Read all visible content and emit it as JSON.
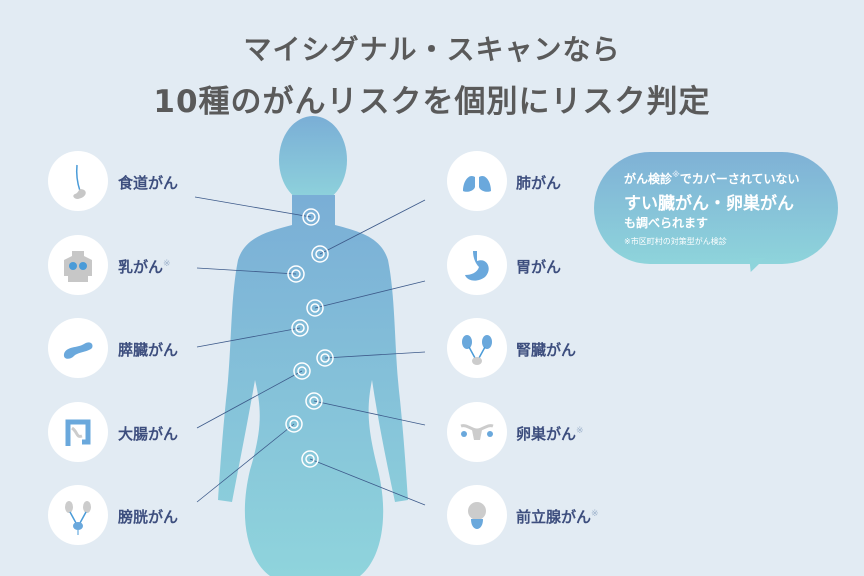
{
  "title": {
    "line1": "マイシグナル・スキャンなら",
    "line2": "10種のがんリスクを個別にリスク判定"
  },
  "left_items": [
    {
      "label": "食道がん",
      "note": "",
      "icon": "esophagus-icon"
    },
    {
      "label": "乳がん",
      "note": "※",
      "icon": "breast-icon"
    },
    {
      "label": "膵臓がん",
      "note": "",
      "icon": "pancreas-icon"
    },
    {
      "label": "大腸がん",
      "note": "",
      "icon": "colon-icon"
    },
    {
      "label": "膀胱がん",
      "note": "",
      "icon": "bladder-icon"
    }
  ],
  "right_items": [
    {
      "label": "肺がん",
      "note": "",
      "icon": "lung-icon"
    },
    {
      "label": "胃がん",
      "note": "",
      "icon": "stomach-icon"
    },
    {
      "label": "腎臓がん",
      "note": "",
      "icon": "kidney-icon"
    },
    {
      "label": "卵巣がん",
      "note": "※",
      "icon": "ovary-icon"
    },
    {
      "label": "前立腺がん",
      "note": "※",
      "icon": "prostate-icon"
    }
  ],
  "bubble": {
    "line1a": "がん検診",
    "line1note": "※",
    "line1b": "でカバーされていない",
    "line2": "すい臓がん・卵巣がん",
    "line3": "も調べられます",
    "footnote": "※市区町村の対策型がん検診"
  },
  "colors": {
    "label": "#3d4e7e",
    "body_top": "#7aaed6",
    "body_bottom": "#8fd4dc",
    "title": "#5a5a5a"
  }
}
